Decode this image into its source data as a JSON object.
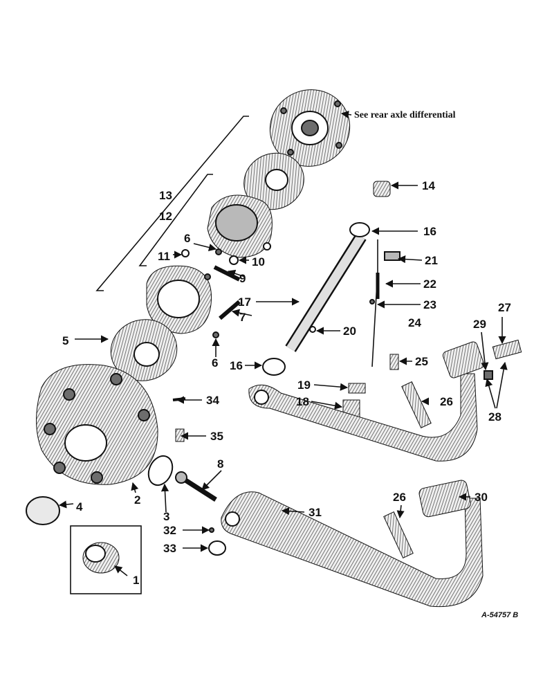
{
  "diagram": {
    "note": "See rear axle differential",
    "drawing_number": "A-54757 B",
    "callouts": {
      "c1": "1",
      "c2": "2",
      "c3": "3",
      "c4": "4",
      "c5": "5",
      "c6a": "6",
      "c6b": "6",
      "c7": "7",
      "c8": "8",
      "c9": "9",
      "c10": "10",
      "c11": "11",
      "c12": "12",
      "c13": "13",
      "c14": "14",
      "c16a": "16",
      "c16b": "16",
      "c17": "17",
      "c18": "18",
      "c19": "19",
      "c20": "20",
      "c21": "21",
      "c22": "22",
      "c23": "23",
      "c24": "24",
      "c25": "25",
      "c26a": "26",
      "c26b": "26",
      "c27": "27",
      "c28": "28",
      "c29": "29",
      "c30": "30",
      "c31": "31",
      "c32": "32",
      "c33": "33",
      "c34": "34",
      "c35": "35"
    }
  }
}
